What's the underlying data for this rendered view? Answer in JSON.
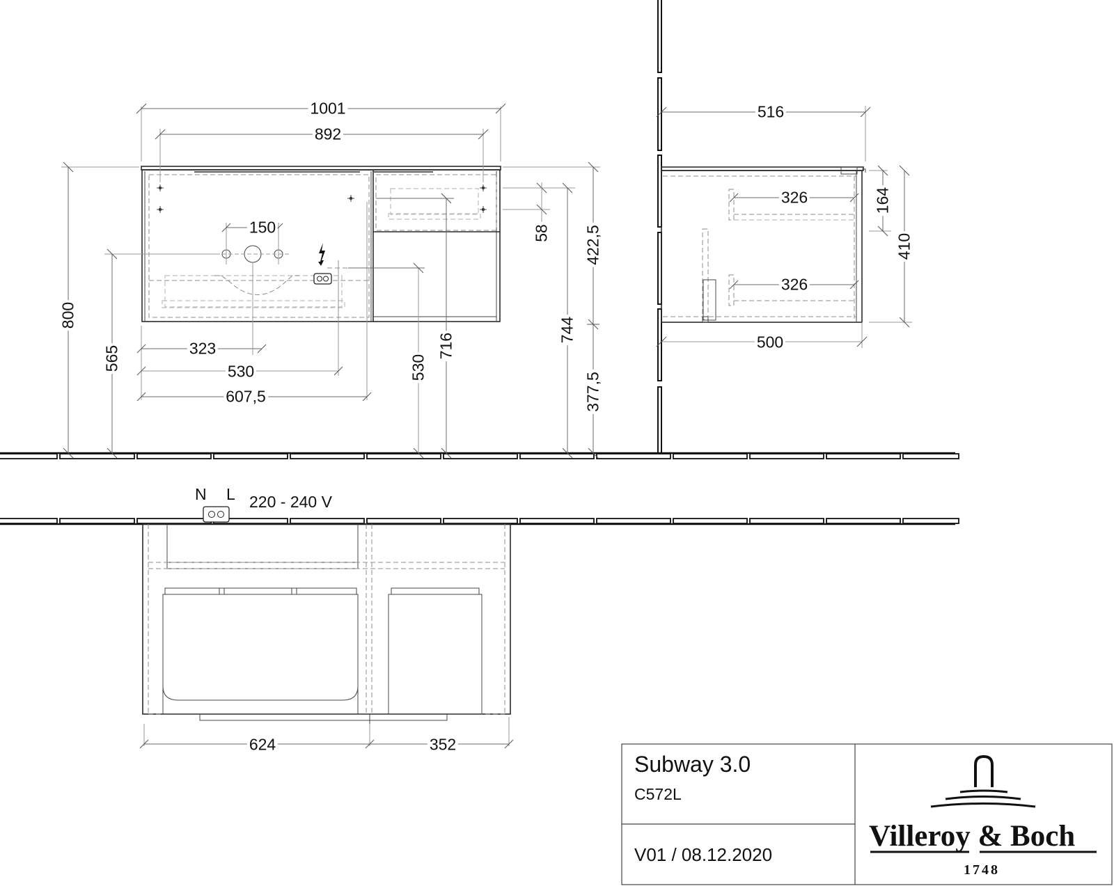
{
  "drawing": {
    "front_view": {
      "width_overall": "1001",
      "width_fixing": "892",
      "tap_holes_spacing": "150",
      "offset_323": "323",
      "offset_530": "530",
      "offset_607_5": "607,5",
      "height_total": "800",
      "height_565": "565",
      "height_530": "530",
      "height_716": "716",
      "height_744": "744",
      "drawer_58": "58",
      "height_422_5": "422,5",
      "height_377_5": "377,5"
    },
    "side_view": {
      "depth_overall": "516",
      "depth_body": "500",
      "drawer_depth_top": "326",
      "drawer_depth_bottom": "326",
      "height_164": "164",
      "height_410": "410"
    },
    "power": {
      "n_label": "N",
      "l_label": "L",
      "voltage": "220 - 240 V"
    },
    "plan_view": {
      "left_width": "624",
      "right_width": "352"
    }
  },
  "title_block": {
    "product_name": "Subway 3.0",
    "product_code": "C572L",
    "version_date": "V01 / 08.12.2020",
    "brand_name": "Villeroy & Boch",
    "brand_year": "1748"
  },
  "colors": {
    "line": "#2a2a2a",
    "dimension": "#9a9a9a",
    "hidden": "#8c8c8c"
  }
}
